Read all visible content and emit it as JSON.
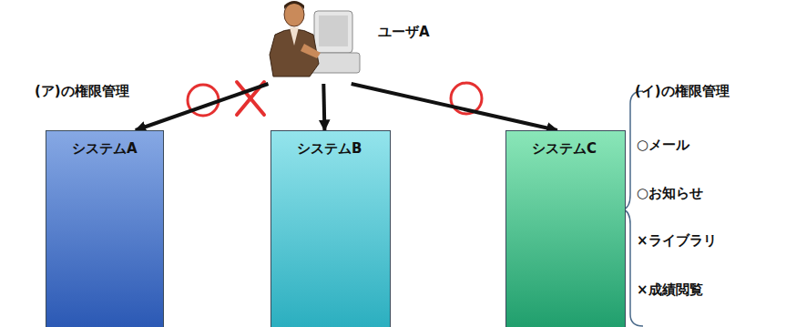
{
  "diagram": {
    "nodes": [
      {
        "text": [
          "ユーザA"
        ]
      },
      {
        "text": [
          "システムA"
        ]
      },
      {
        "text": [
          "システムB"
        ]
      },
      {
        "text": [
          "システムC"
        ]
      }
    ],
    "edges": [
      {
        "from": 0,
        "to": 1,
        "arrow": "to"
      },
      {
        "from": 0,
        "to": 2,
        "arrow": "to"
      },
      {
        "from": 0,
        "to": 3,
        "arrow": "to"
      }
    ],
    "labels": [
      "(ア)の権限管理",
      "(イ)の権限管理",
      "○メール",
      "○お知らせ",
      "×ライブラリ",
      "×成績閲覧"
    ]
  }
}
